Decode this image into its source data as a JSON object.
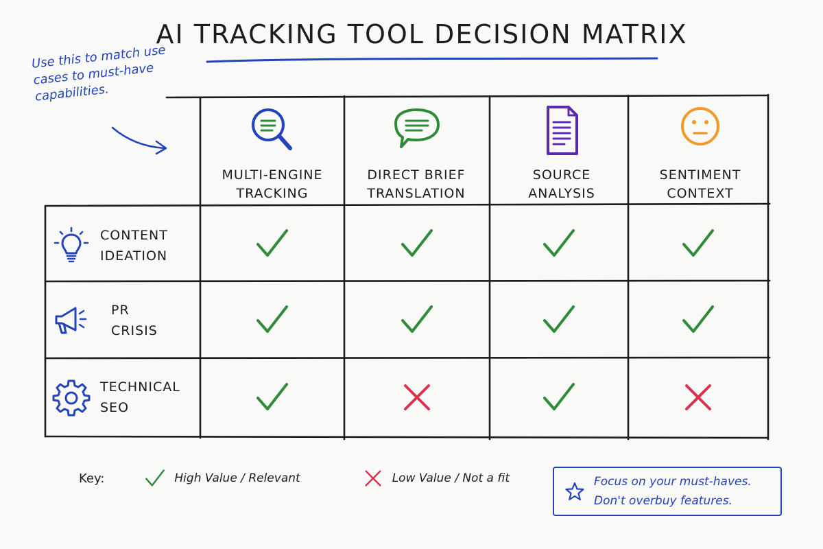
{
  "title": "AI TRACKING TOOL DECISION MATRIX",
  "side_note": "Use this to match use cases to must-have capabilities.",
  "colors": {
    "ink": "#1c1c1c",
    "blue": "#2343b8",
    "green": "#2e8b3a",
    "red": "#d8324e",
    "purple": "#5a2bb0",
    "orange": "#ef9a2a"
  },
  "columns": [
    {
      "label": "MULTI-ENGINE\nTRACKING",
      "icon": "magnifier-icon"
    },
    {
      "label": "DIRECT BRIEF\nTRANSLATION",
      "icon": "speech-bubble-icon"
    },
    {
      "label": "SOURCE\nANALYSIS",
      "icon": "document-icon"
    },
    {
      "label": "SENTIMENT\nCONTEXT",
      "icon": "neutral-face-icon"
    }
  ],
  "rows": [
    {
      "label": "CONTENT\nIDEATION",
      "icon": "lightbulb-icon",
      "values": [
        "check",
        "check",
        "check",
        "check"
      ]
    },
    {
      "label": "PR\nCRISIS",
      "icon": "megaphone-icon",
      "values": [
        "check",
        "check",
        "check",
        "check"
      ]
    },
    {
      "label": "TECHNICAL\nSEO",
      "icon": "gear-icon",
      "values": [
        "check",
        "cross",
        "check",
        "cross"
      ]
    }
  ],
  "key": {
    "label": "Key:",
    "high": "High Value / Relevant",
    "low": "Low Value / Not a fit"
  },
  "callout": "Focus on your must-haves.\nDon't overbuy features."
}
